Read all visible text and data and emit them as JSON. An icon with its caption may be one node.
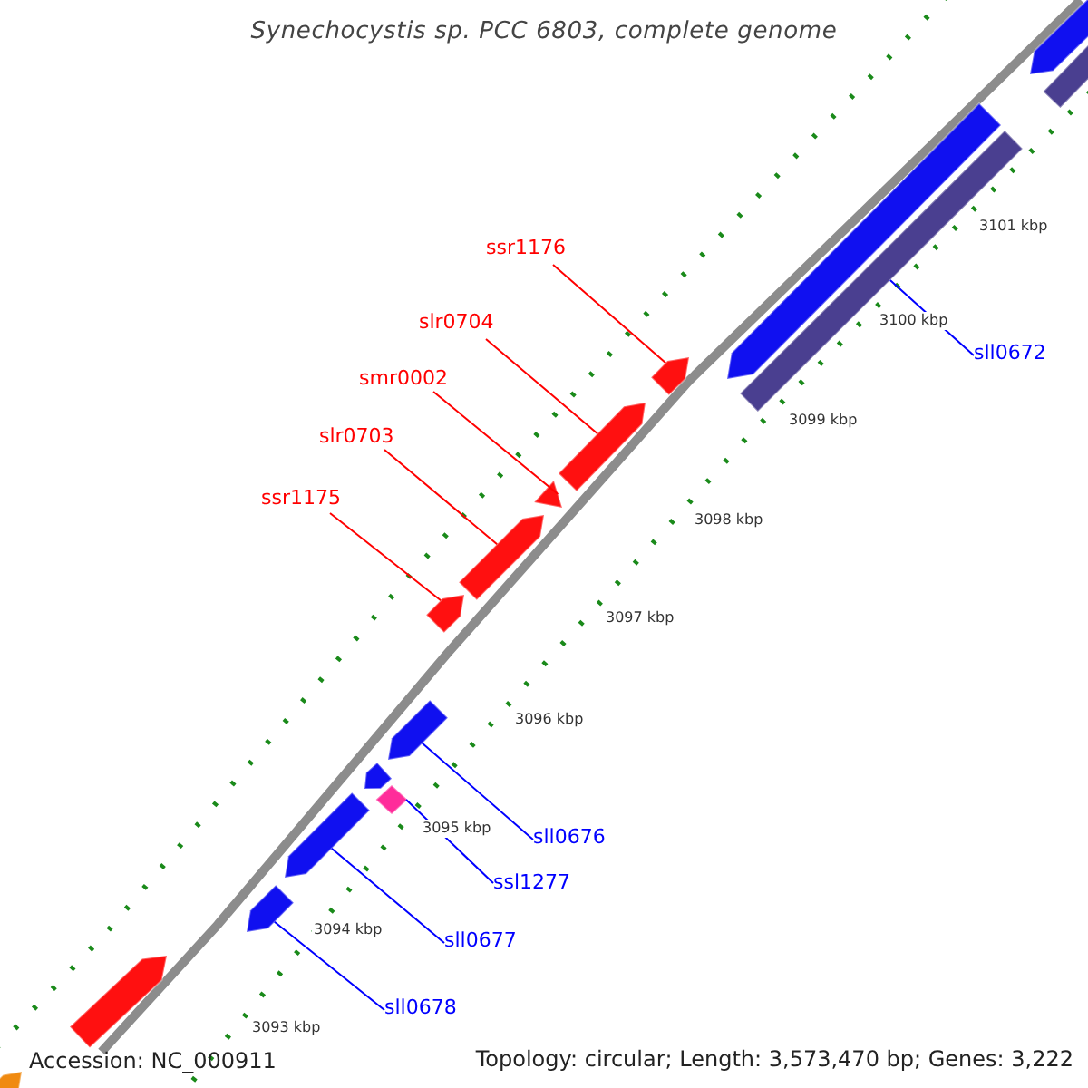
{
  "diagram": {
    "title": "Synechocystis sp. PCC 6803, complete genome",
    "nodes": [
      {
        "text": [
          "ssr1176"
        ]
      },
      {
        "text": [
          "slr0704"
        ]
      },
      {
        "text": [
          "smr0002"
        ]
      },
      {
        "text": [
          "slr0703"
        ]
      },
      {
        "text": [
          "ssr1175"
        ]
      },
      {
        "text": [
          "sll0672"
        ]
      },
      {
        "text": [
          "sll0676"
        ]
      },
      {
        "text": [
          "ssl1277"
        ]
      },
      {
        "text": [
          "sll0677"
        ]
      },
      {
        "text": [
          "sll0678"
        ]
      },
      {
        "text": [],
        "shape": "pentagon"
      },
      {
        "text": [],
        "shape": "bar"
      },
      {
        "text": [],
        "shape": "pentagon"
      },
      {
        "text": [],
        "shape": "bar"
      },
      {
        "text": [],
        "shape": "pentagon"
      },
      {
        "text": [],
        "shape": "pentagon"
      },
      {
        "text": [],
        "shape": "pentagon"
      },
      {
        "text": [],
        "shape": "pentagon"
      },
      {
        "text": [],
        "shape": "pentagon"
      },
      {
        "text": [],
        "shape": "pentagon"
      },
      {
        "text": [],
        "shape": "pentagon"
      },
      {
        "text": [],
        "shape": "diamond"
      },
      {
        "text": [],
        "shape": "pentagon"
      },
      {
        "text": [],
        "shape": "pentagon"
      },
      {
        "text": [],
        "shape": "pentagon"
      },
      {
        "text": [],
        "shape": "pentagon"
      }
    ],
    "edges": [
      {
        "from": 0,
        "to": 14,
        "arrow": "none",
        "color": "#ff0000"
      },
      {
        "from": 1,
        "to": 15,
        "arrow": "none",
        "color": "#ff0000"
      },
      {
        "from": 2,
        "to": 16,
        "arrow": "none",
        "color": "#ff0000"
      },
      {
        "from": 3,
        "to": 17,
        "arrow": "none",
        "color": "#ff0000"
      },
      {
        "from": 4,
        "to": 18,
        "arrow": "none",
        "color": "#ff0000"
      },
      {
        "from": 5,
        "to": 13,
        "arrow": "none",
        "color": "#0000ff"
      },
      {
        "from": 6,
        "to": 19,
        "arrow": "none",
        "color": "#0000ff"
      },
      {
        "from": 7,
        "to": 21,
        "arrow": "none",
        "color": "#0000ff"
      },
      {
        "from": 8,
        "to": 22,
        "arrow": "none",
        "color": "#0000ff"
      },
      {
        "from": 9,
        "to": 23,
        "arrow": "none",
        "color": "#0000ff"
      }
    ],
    "labels": [
      "3101 kbp",
      "3100 kbp",
      "3099 kbp",
      "3098 kbp",
      "3097 kbp",
      "3096 kbp",
      "3095 kbp",
      "3094 kbp",
      "3093 kbp",
      "Accession: NC_000911",
      "Topology: circular; Length: 3,573,470 bp; Genes: 3,222"
    ]
  }
}
